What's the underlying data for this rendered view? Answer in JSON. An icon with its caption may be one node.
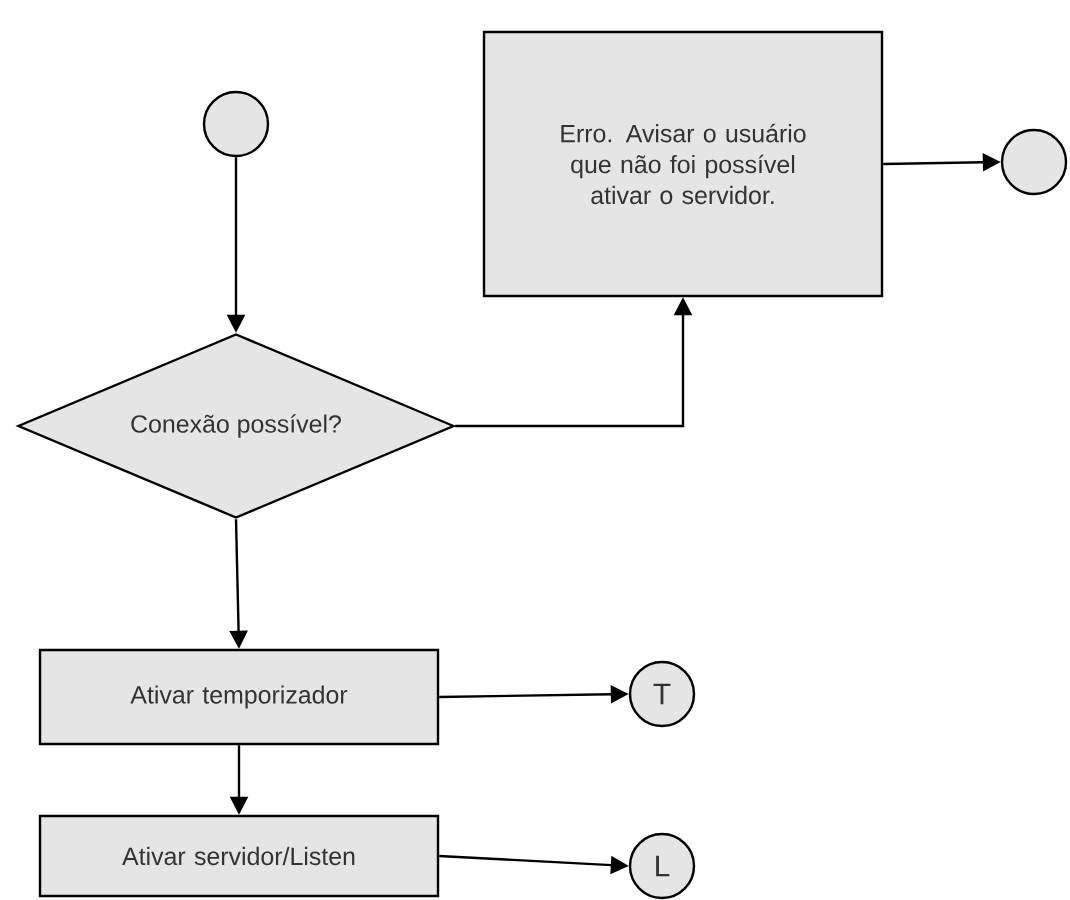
{
  "diagram": {
    "nodes": [
      {
        "text": [],
        "shape": "circle"
      },
      {
        "text": [
          "Erro. Avisar o usuário que não foi possível ativar o servidor."
        ]
      },
      {
        "text": [],
        "shape": "circle"
      },
      {
        "text": [
          "Conexão possível?"
        ]
      },
      {
        "text": [
          "Ativar temporizador"
        ]
      },
      {
        "text": [
          "T"
        ]
      },
      {
        "text": [
          "Ativar servidor/Listen"
        ]
      },
      {
        "text": [
          "L"
        ]
      }
    ],
    "edges": [
      {
        "from": 0,
        "to": 3,
        "arrow": "to"
      },
      {
        "from": 3,
        "to": 1,
        "arrow": "to"
      },
      {
        "from": 1,
        "to": 2,
        "arrow": "to"
      },
      {
        "from": 3,
        "to": 4,
        "arrow": "to"
      },
      {
        "from": 4,
        "to": 5,
        "arrow": "to"
      },
      {
        "from": 4,
        "to": 6,
        "arrow": "to"
      },
      {
        "from": 6,
        "to": 7,
        "arrow": "to"
      }
    ]
  }
}
